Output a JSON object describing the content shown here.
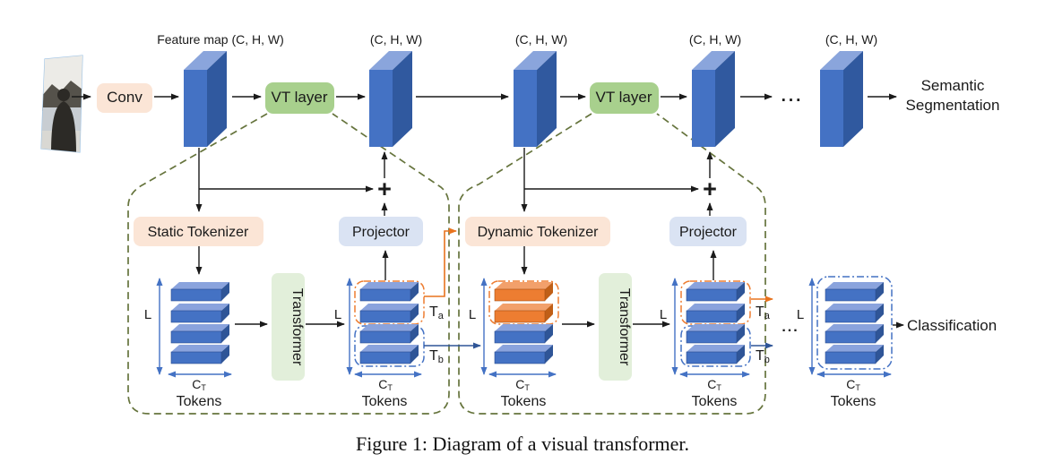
{
  "caption": "Figure 1: Diagram of a visual transformer.",
  "top_row": {
    "feature_map_label": "Feature map (C, H, W)",
    "chw_label": "(C, H, W)",
    "conv_label": "Conv",
    "vt_layer_label": "VT layer",
    "output_line1": "Semantic",
    "output_line2": "Segmentation"
  },
  "vt_layer_1": {
    "tokenizer_label": "Static Tokenizer",
    "transformer_label": "Transformer",
    "projector_label": "Projector"
  },
  "vt_layer_2": {
    "tokenizer_label": "Dynamic Tokenizer",
    "transformer_label": "Transformer",
    "projector_label": "Projector"
  },
  "token_labels": {
    "length": "L",
    "channel_main": "C",
    "channel_sub": "T",
    "tokens": "Tokens",
    "t_main": "T",
    "t_sub_a": "a",
    "t_sub_b": "b"
  },
  "output": {
    "classification_label": "Classification"
  },
  "symbols": {
    "plus": "+",
    "dots": "..."
  },
  "colors": {
    "block_front": "#4472c4",
    "block_top": "#8aa5dc",
    "block_side": "#30599f",
    "token_orange": "#ed7d31",
    "box_conv_tokenizer": "#fbe5d6",
    "box_vt_layer": "#a8d08d",
    "box_transformer": "#e2efda",
    "box_projector": "#dae3f3",
    "container_dash": "#66743d",
    "highlight_orange": "#ed7d31",
    "highlight_blue": "#4472c4",
    "connector_navy": "#2f5597"
  }
}
